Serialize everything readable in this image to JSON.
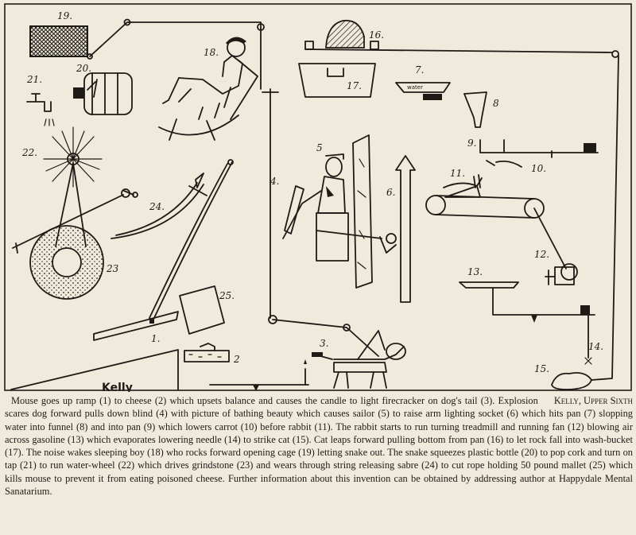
{
  "labels": {
    "n1": "1.",
    "n2": "2",
    "n3": "3.",
    "n4": "4.",
    "n5": "5",
    "n6": "6.",
    "n7": "7.",
    "n8": "8",
    "n9": "9.",
    "n10": "10.",
    "n11": "11.",
    "n12": "12.",
    "n13": "13.",
    "n14": "14.",
    "n15": "15.",
    "n16": "16.",
    "n17": "17.",
    "n18": "18.",
    "n19": "19.",
    "n20": "20.",
    "n21": "21.",
    "n22": "22.",
    "n23": "23",
    "n24": "24.",
    "n25": "25."
  },
  "bucket_text": "water",
  "artist_signature": "Kelly",
  "caption": {
    "body": "Mouse goes up ramp (1) to cheese (2) which upsets balance and causes the candle to light firecracker on dog's tail (3). Explosion scares dog forward pulls down blind (4) with picture of bathing beauty which causes sailor (5) to raise arm lighting socket (6) which hits pan (7) slopping water into funnel (8) and into pan (9) which lowers carrot (10) before rabbit (11). The rabbit starts to run turning treadmill and running fan (12) blowing air across gasoline (13) which evaporates lowering needle (14) to strike cat (15). Cat leaps forward pulling bottom from pan (16) to let rock fall into wash-bucket (17). The noise wakes sleeping boy (18) who rocks forward opening cage (19) letting snake out. The snake squeezes plastic bottle (20) to pop cork and turn on tap (21) to run water-wheel (22) which drives grindstone (23) and wears through string releasing sabre (24) to cut rope holding 50 pound mallet (25) which kills mouse to prevent it from eating poisoned cheese. Further information about this invention can be obtained by addressing author at Happydale Mental Sanatarium.",
    "signature": "Kelly, Upper Sixth"
  }
}
